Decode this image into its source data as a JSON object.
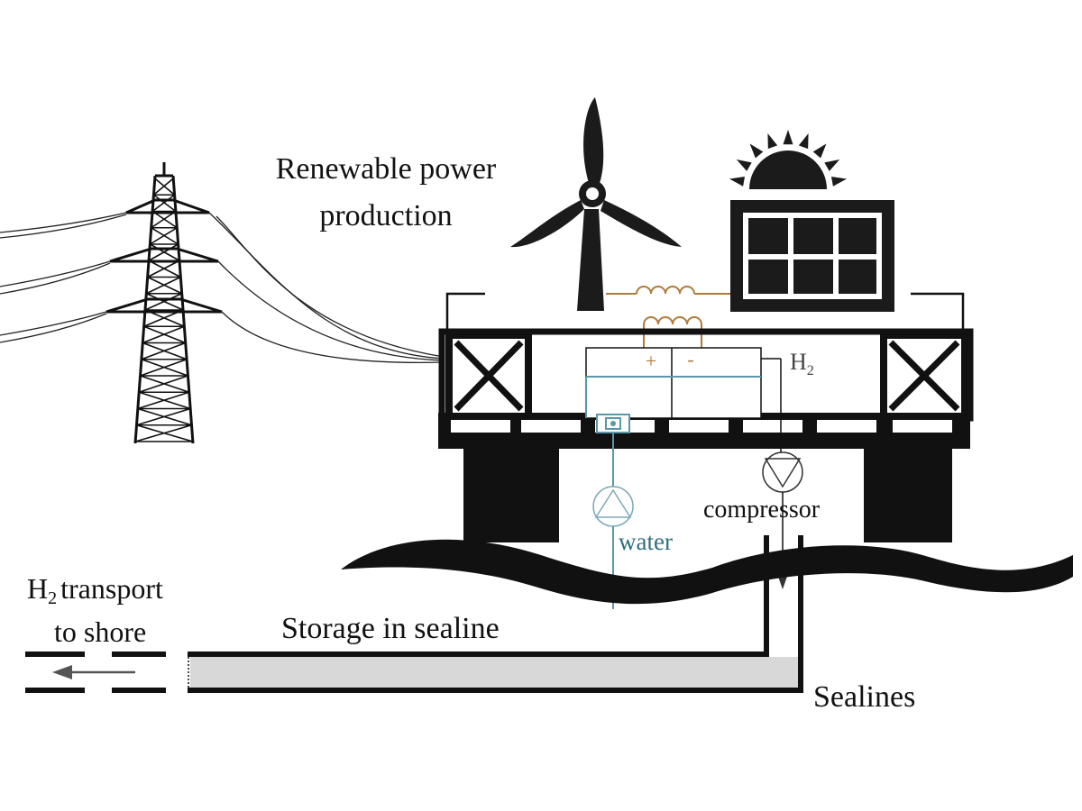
{
  "labels": {
    "renewable_line1": "Renewable power",
    "renewable_line2": "production",
    "h2_prefix": "H",
    "h2_sub": "2",
    "plus": "+",
    "minus": "-",
    "compressor": "compressor",
    "water": "water",
    "transport_h": "H",
    "transport_sub": "2",
    "transport_rest": "transport",
    "transport_line2": "to shore",
    "storage": "Storage in sealine",
    "sealines": "Sealines"
  },
  "colors": {
    "ink": "#111111",
    "water_line": "#5a97a8",
    "coil": "#b07a3c",
    "storage_fill": "#d8d8d8"
  },
  "icons": {
    "pylon": "transmission-tower-icon",
    "turbine": "wind-turbine-icon",
    "sun": "sun-icon",
    "solar_panel": "solar-panel-icon",
    "transformer": "transformer-coil-icon",
    "pump": "water-pump-icon",
    "compressor": "compressor-icon",
    "flow_arrow": "arrow-left-icon"
  }
}
